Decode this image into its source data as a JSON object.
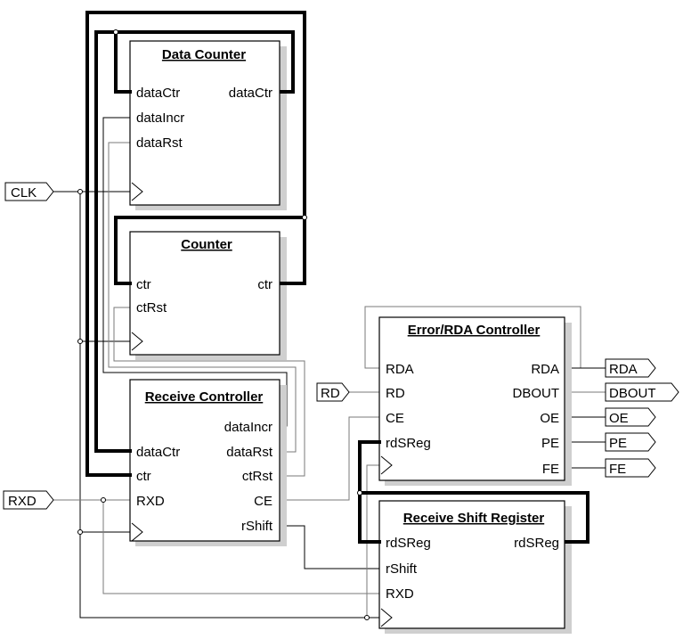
{
  "blocks": {
    "data_counter": {
      "title": "Data Counter",
      "ports": [
        "dataCtr",
        "dataCtr",
        "dataIncr",
        "dataRst"
      ]
    },
    "counter": {
      "title": "Counter",
      "ports": [
        "ctr",
        "ctr",
        "ctRst"
      ]
    },
    "receive_controller": {
      "title": "Receive Controller",
      "ports": [
        "dataIncr",
        "dataRst",
        "dataCtr",
        "ctr",
        "ctRst",
        "RXD",
        "CE",
        "rShift"
      ]
    },
    "error_rda_controller": {
      "title": "Error/RDA Controller",
      "ports": [
        "RDA",
        "RDA",
        "RD",
        "DBOUT",
        "CE",
        "OE",
        "rdSReg",
        "PE",
        "FE"
      ]
    },
    "receive_shift_register": {
      "title": "Receive Shift Register",
      "ports": [
        "rdSReg",
        "rdSReg",
        "rShift",
        "RXD"
      ]
    }
  },
  "inputs": [
    "CLK",
    "RD",
    "RXD"
  ],
  "outputs": [
    "RDA",
    "DBOUT",
    "OE",
    "PE",
    "FE"
  ]
}
